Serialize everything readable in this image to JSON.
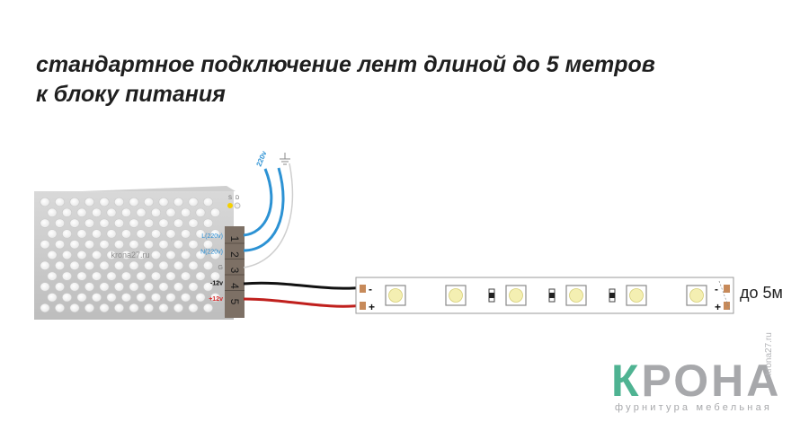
{
  "title": {
    "line1": "стандартное подключение лент длиной до 5 метров",
    "line2": "к блоку питания"
  },
  "power_supply": {
    "watermark": "krona27.ru",
    "led_labels": [
      "S",
      "D"
    ],
    "terminal_labels": [
      "L(220v)",
      "N(220v)",
      "G",
      "-12v",
      "+12v"
    ],
    "terminal_numbers": [
      "1",
      "2",
      "3",
      "4",
      "5"
    ],
    "label_colors": [
      "#2a8fd6",
      "#2a8fd6",
      "#777777",
      "#111111",
      "#d62b2b"
    ]
  },
  "mains": {
    "voltage_label": "220v",
    "wire_color": "#2c92d4",
    "ground_icon": "ground-icon"
  },
  "strip": {
    "left_minus": "-",
    "left_plus": "+",
    "right_minus": "-",
    "right_plus": "+",
    "length_label": "до 5м",
    "led_count": 6
  },
  "wires": {
    "negative_color": "#111111",
    "positive_color": "#c0201d"
  },
  "logo": {
    "k_letter": "К",
    "rest_letters": "РОНА",
    "subtitle": "фурнитура мебельная",
    "site": "krona27.ru"
  }
}
